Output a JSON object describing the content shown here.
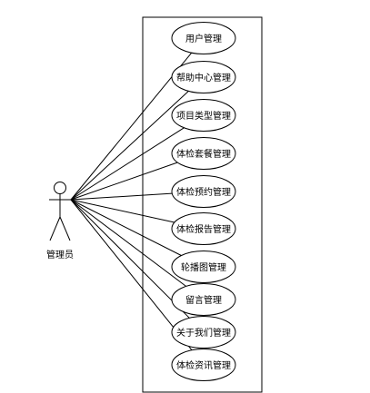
{
  "diagram": {
    "type": "use-case",
    "actor": {
      "label": "管理员",
      "icon": "stick-figure-icon"
    },
    "use_cases": [
      {
        "label": "用户管理"
      },
      {
        "label": "帮助中心管理"
      },
      {
        "label": "项目类型管理"
      },
      {
        "label": "体检套餐管理"
      },
      {
        "label": "体检预约管理"
      },
      {
        "label": "体检报告管理"
      },
      {
        "label": "轮播图管理"
      },
      {
        "label": "留言管理"
      },
      {
        "label": "关于我们管理"
      },
      {
        "label": "体检资讯管理"
      }
    ],
    "colors": {
      "line": "#000000",
      "background": "#ffffff"
    }
  }
}
